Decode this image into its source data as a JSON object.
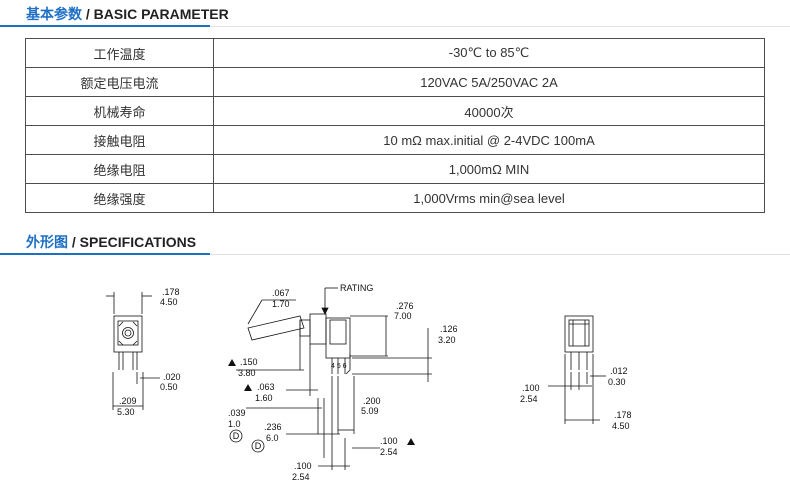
{
  "section1": {
    "title_cn": "基本参数",
    "title_sep": " / ",
    "title_en": "BASIC PARAMETER"
  },
  "params": [
    {
      "key": "工作温度",
      "value": "-30℃ to 85℃"
    },
    {
      "key": "额定电压电流",
      "value": "120VAC 5A/250VAC 2A"
    },
    {
      "key": "机械寿命",
      "value": "40000次"
    },
    {
      "key": "接触电阻",
      "value": "10 mΩ max.initial @ 2-4VDC 100mA"
    },
    {
      "key": "绝缘电阻",
      "value": "1,000mΩ MIN"
    },
    {
      "key": "绝缘强度",
      "value": "1,000Vrms min@sea level"
    }
  ],
  "section2": {
    "title_cn": "外形图",
    "title_sep": " / ",
    "title_en": "SPECIFICATIONS"
  },
  "drawing": {
    "front": {
      "dim1_in": ".178",
      "dim1_mm": "4.50",
      "dim2_in": ".020",
      "dim2_mm": "0.50",
      "dim3_in": ".209",
      "dim3_mm": "5.30"
    },
    "side": {
      "rating": "RATING",
      "d1_in": ".067",
      "d1_mm": "1.70",
      "d2_in": ".276",
      "d2_mm": "7.00",
      "d3_in": ".126",
      "d3_mm": "3.20",
      "d4_in": ".150",
      "d4_mm": "3.80",
      "d5_in": ".063",
      "d5_mm": "1.60",
      "d6_in": ".200",
      "d6_mm": "5.09",
      "d7_in": ".039",
      "d7_mm": "1.0",
      "d8_in": ".236",
      "d8_mm": "6.0",
      "d9_in": ".100",
      "d9_mm": "2.54",
      "d10_in": ".100",
      "d10_mm": "2.54",
      "marker": "D",
      "pins": "4 5 6"
    },
    "rear": {
      "d1_in": ".012",
      "d1_mm": "0.30",
      "d2_in": ".100",
      "d2_mm": "2.54",
      "d3_in": ".178",
      "d3_mm": "4.50"
    }
  }
}
